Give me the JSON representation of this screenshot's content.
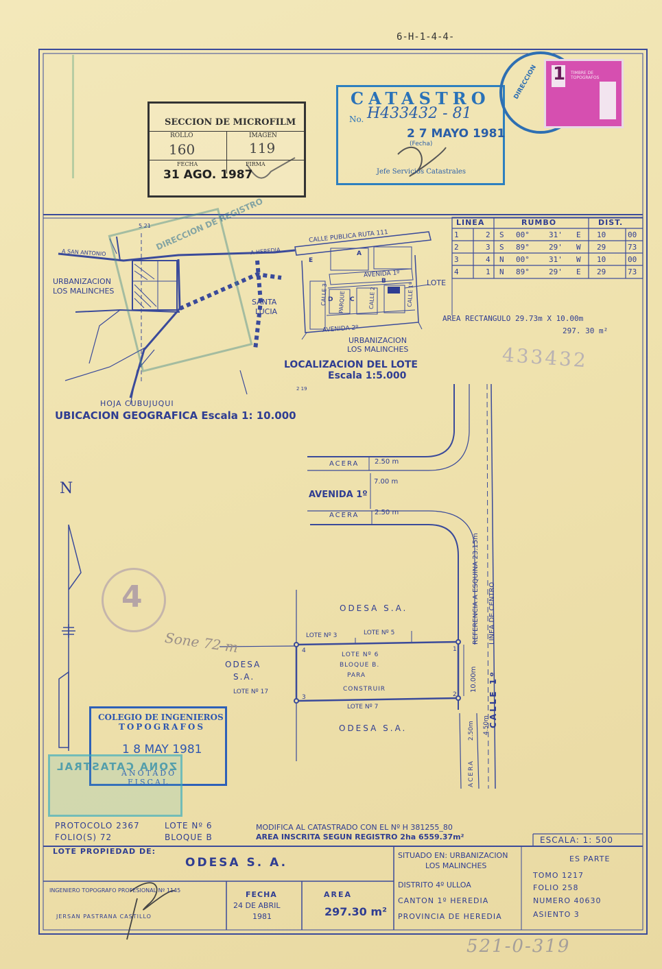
{
  "header": {
    "code": "6-H-1-4-4-"
  },
  "microfilm": {
    "title": "SECCION DE MICROFILM",
    "rollo_label": "ROLLO",
    "rollo": "160",
    "imagen_label": "IMAGEN",
    "imagen": "119",
    "fecha_label": "FECHA",
    "fecha": "31 AGO. 1987",
    "firma_label": "FIRMA"
  },
  "catastro": {
    "title": "CATASTRO",
    "no_label": "No.",
    "number": "H433432 - 81",
    "date": "2 7 MAYO 1981",
    "fecha_label": "(Fecha)",
    "chief": "Jefe Servicios Catastrales"
  },
  "stamps": {
    "direccion": "DIRECCION",
    "timbre_value": "1",
    "timbre_text": "TIMBRE DE TOPOGRAFOS",
    "registro": "DIRECCION DE REGISTRO",
    "colegio_line1": "COLEGIO DE INGENIEROS",
    "colegio_line2": "TOPOGRAFOS",
    "colegio_date": "1 8 MAY 1981",
    "colegio_anotado": "ANOTADO",
    "colegio_fiscal": "FISCAL",
    "zona": "ZONA CATASTRAL",
    "circle_number": "4"
  },
  "rumbo_table": {
    "headers": [
      "LINEA",
      "RUMBO",
      "DIST."
    ],
    "rows": [
      [
        "1",
        "2",
        "S",
        "00°",
        "31'",
        "E",
        "10",
        "00"
      ],
      [
        "2",
        "3",
        "S",
        "89°",
        "29'",
        "W",
        "29",
        "73"
      ],
      [
        "3",
        "4",
        "N",
        "00°",
        "31'",
        "W",
        "10",
        "00"
      ],
      [
        "4",
        "1",
        "N",
        "89°",
        "29'",
        "E",
        "29",
        "73"
      ]
    ],
    "area_label": "AREA RECTANGULO 29.73m X 10.00m",
    "area_value": "297. 30 m²"
  },
  "side_number": "433432",
  "map": {
    "coord_top": "5 21",
    "coord_bottom": "2 19",
    "a_san_antonio": "A SAN ANTONIO",
    "a_heredia": "A HEREDIA",
    "urb_line1": "URBANIZACION",
    "urb_line2": "LOS MALINCHES",
    "santa_line1": "SANTA",
    "santa_line2": "LUCIA",
    "hoja": "HOJA CUBUJUQUI",
    "ubicacion": "UBICACION GEOGRAFICA Escala 1: 10.000"
  },
  "localizacion": {
    "calle_publica": "CALLE PUBLICA RUTA 111",
    "avenida1": "AVENIDA 1º",
    "avenida2": "AVENIDA 2º",
    "calle3": "CALLE 3",
    "calle2": "CALLE 2",
    "calle1": "CALLE 1º",
    "parque": "PARQUE",
    "lote": "LOTE",
    "block_e": "E",
    "block_a": "A",
    "block_b": "B",
    "block_d": "D",
    "block_c": "C",
    "urb_line1": "URBANIZACION",
    "urb_line2": "LOS MALINCHES",
    "title": "LOCALIZACION DEL LOTE",
    "scale": "Escala 1:5.000"
  },
  "plan": {
    "north": "N",
    "acera": "ACERA",
    "acera_width": "2.50 m",
    "avenida": "AVENIDA 1º",
    "avenida_width": "7.00 m",
    "referencia": "REFERENCIA A ESQUINA 23.15m",
    "linea_centro": "LINEA DE CENTRO",
    "odesa": "ODESA S.A.",
    "odesa_left1": "ODESA",
    "odesa_left2": "S.A.",
    "lote3": "LOTE Nº 3",
    "lote5": "LOTE Nº 5",
    "lote6": "LOTE Nº 6",
    "bloque": "BLOQUE B.",
    "para": "PARA",
    "construir": "CONSTRUIR",
    "lote17": "LOTE Nº 17",
    "lote7": "LOTE Nº 7",
    "odesa_bottom": "ODESA S.A.",
    "dim_side": "10.00m",
    "acera_bottom": "ACERA",
    "acera_bottom_width": "2.50m",
    "calle_width": "4.50m",
    "calle": "CALLE 1º",
    "v1": "1",
    "v2": "2",
    "v3": "3",
    "v4": "4"
  },
  "footer": {
    "protocolo": "PROTOCOLO 2367",
    "folios": "FOLIO(S) 72",
    "lote_no": "LOTE Nº 6",
    "bloque": "BLOQUE B",
    "modifica": "MODIFICA AL CATASTRADO CON EL Nº H 381255_80",
    "area_inscrita": "AREA INSCRITA SEGUN REGISTRO 2ha 6559.37m²",
    "escala": "ESCALA: 1: 500",
    "lote_propiedad_label": "LOTE PROPIEDAD DE:",
    "owner": "ODESA S. A.",
    "situado": "SITUADO EN: URBANIZACION",
    "situado2": "LOS MALINCHES",
    "distrito": "DISTRITO 4º ULLOA",
    "canton": "CANTON 1º HEREDIA",
    "provincia": "PROVINCIA DE HEREDIA",
    "es_parte": "ES PARTE",
    "tomo": "TOMO 1217",
    "folio": "FOLIO 258",
    "numero": "NUMERO 40630",
    "asiento": "ASIENTO 3",
    "ingeniero_label": "INGENIERO TOPOGRAFO PROFESIONAL Nº 1145",
    "ingeniero_name": "JERSAN PASTRANA CASTILLO",
    "fecha_label": "FECHA",
    "fecha_value": "24 DE ABRIL",
    "fecha_year": "1981",
    "area_label": "AREA",
    "area_value": "297.30 m²"
  },
  "handwritten": {
    "bottom_code": "521-0-319",
    "side_note": "Sone 72 m"
  }
}
